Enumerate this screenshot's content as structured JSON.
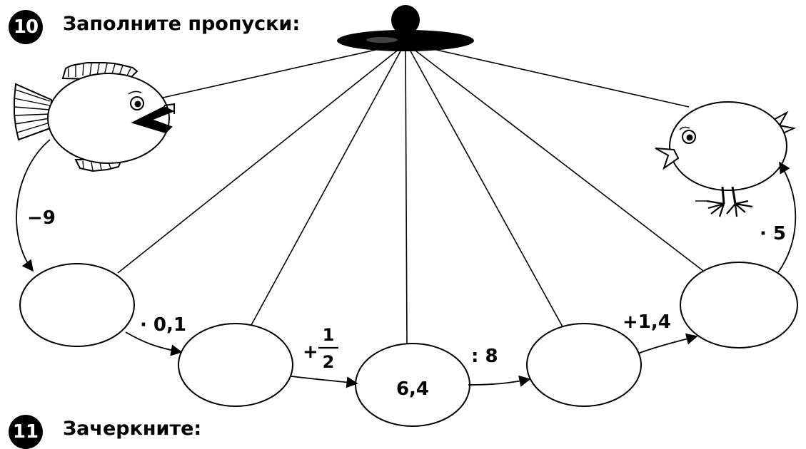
{
  "task": {
    "number": "10",
    "title": "Заполните пропуски:"
  },
  "next_task": {
    "number": "11",
    "title": "Зачеркните:"
  },
  "pictures": {
    "start": "fish",
    "end": "chick",
    "hub": "hanging-mobile-top"
  },
  "chain": {
    "nodes": [
      {
        "id": "fish",
        "value": ""
      },
      {
        "id": "n1",
        "value": ""
      },
      {
        "id": "n2",
        "value": ""
      },
      {
        "id": "n3",
        "value": "6,4"
      },
      {
        "id": "n4",
        "value": ""
      },
      {
        "id": "n5",
        "value": ""
      },
      {
        "id": "chick",
        "value": ""
      }
    ],
    "operations": [
      {
        "from": "fish",
        "to": "n1",
        "label": "−9"
      },
      {
        "from": "n1",
        "to": "n2",
        "label": "· 0,1"
      },
      {
        "from": "n2",
        "to": "n3",
        "label_op": "+",
        "label_num": "1",
        "label_den": "2"
      },
      {
        "from": "n3",
        "to": "n4",
        "label": ": 8"
      },
      {
        "from": "n4",
        "to": "n5",
        "label": "+1,4"
      },
      {
        "from": "n5",
        "to": "chick",
        "label": "· 5"
      }
    ]
  }
}
